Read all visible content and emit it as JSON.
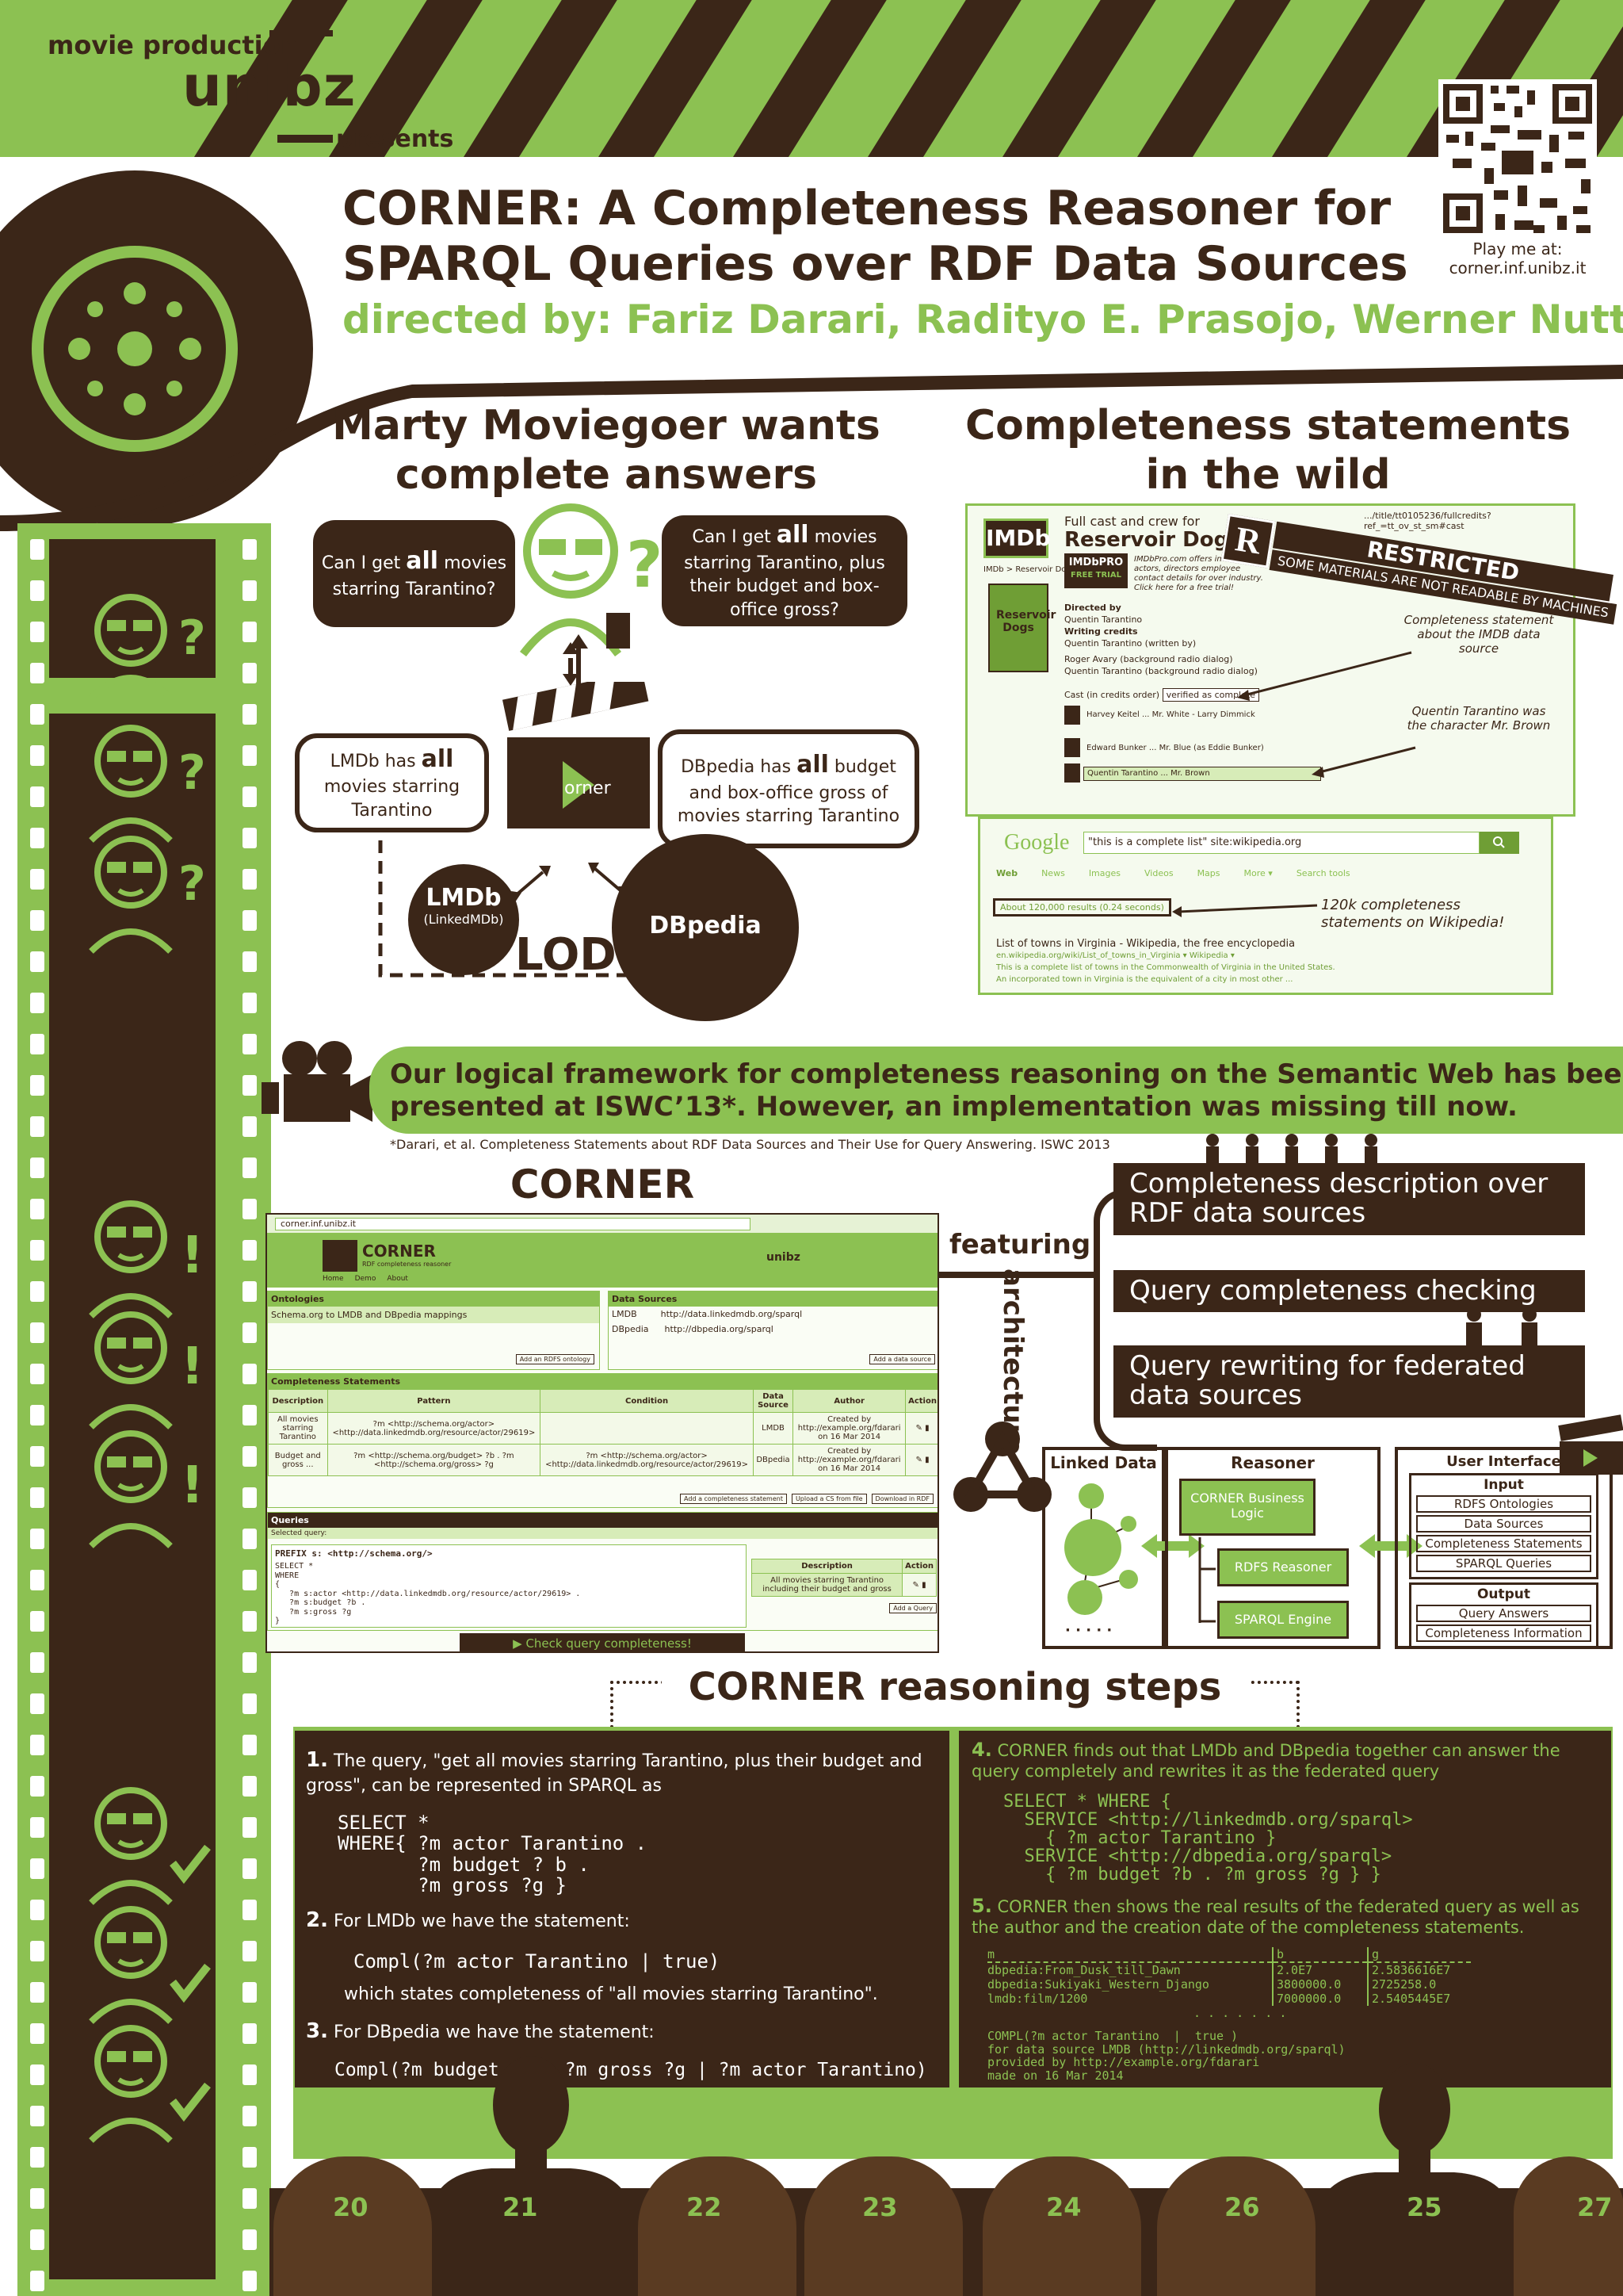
{
  "header": {
    "studio_line1": "movie production",
    "studio_logo": "unibz",
    "presents": "presents",
    "qr_caption_1": "Play me at:",
    "qr_caption_2": "corner.inf.unibz.it",
    "title_line1": "CORNER: A Completeness Reasoner for",
    "title_line2": "SPARQL Queries over RDF Data Sources",
    "directed_by": "directed by: Fariz Darari, Radityo E. Prasojo, Werner Nutt"
  },
  "marty": {
    "heading_line1": "Marty Moviegoer wants",
    "heading_line2": "complete answers",
    "q1_a": "Can I get ",
    "q1_all": "all",
    "q1_b": " movies starring Tarantino?",
    "q2_a": "Can I get ",
    "q2_all": "all",
    "q2_b": " movies starring Tarantino, plus their budget and box-office gross?",
    "lmdb_stmt_a": "LMDb has ",
    "lmdb_stmt_all": "all",
    "lmdb_stmt_b": " movies starring Tarantino",
    "dbpedia_stmt_a": "DBpedia has ",
    "dbpedia_stmt_all": "all",
    "dbpedia_stmt_b": " budget and box-office gross of movies starring Tarantino",
    "clapper_text": "orner",
    "lmdb_label": "LMDb",
    "lmdb_sub": "(LinkedMDb)",
    "dbpedia_label": "DBpedia",
    "lod_label": "LOD"
  },
  "wild": {
    "heading_line1": "Completeness statements",
    "heading_line2": "in the wild",
    "imdb_logo": "IMDb",
    "imdb_crumb": "Full cast and crew for",
    "imdb_movie": "Reservoir Dogs",
    "imdb_pro": "IMDbPRO",
    "imdb_pro_sub": "FREE TRIAL",
    "imdb_promo": "IMDbPro.com offers including actors, directors employee contact details for over industry. Click here for a free trial!",
    "imdb_breadcrumb": "IMDb > Reservoir Dogs",
    "directed_by_label": "Directed by",
    "director": "Quentin Tarantino",
    "writing_label": "Writing credits",
    "writer1": "Quentin Tarantino (written by)",
    "writer2": "Roger Avary (background radio dialog)",
    "writer3": "Quentin Tarantino (background radio dialog)",
    "cast_label": "Cast (in credits order)",
    "verified": "verified as complete",
    "cast1": "Harvey Keitel ... Mr. White - Larry Dimmick",
    "cast2": "Edward Bunker ... Mr. Blue (as Eddie Bunker)",
    "cast3": "Quentin Tarantino ... Mr. Brown",
    "url": ".../title/tt0105236/fullcredits?ref_=tt_ov_st_sm#cast",
    "restricted": "RESTRICTED",
    "restricted_r": "R",
    "restricted_sub": "SOME MATERIALS ARE NOT READABLE BY MACHINES",
    "note1": "Completeness statement about the IMDB data source",
    "note2": "Quentin Tarantino was the character Mr. Brown",
    "google_logo": "Google",
    "google_query": "\"this is a complete list\" site:wikipedia.org",
    "google_tabs": [
      "Web",
      "News",
      "Images",
      "Videos",
      "Maps",
      "More ▾",
      "Search tools"
    ],
    "google_results": "About 120,000 results (0.24 seconds)",
    "google_note": "120k completeness statements on Wikipedia!",
    "result_title": "List of towns in Virginia - Wikipedia, the free encyclopedia",
    "result_url": "en.wikipedia.org/wiki/List_of_towns_in_Virginia ▾ Wikipedia ▾",
    "result_snip1": "This is a complete list of towns in the Commonwealth of Virginia in the United States.",
    "result_snip2": "An incorporated town in Virginia is the equivalent of a city in most other ..."
  },
  "banner": {
    "line1": "Our logical framework for completeness reasoning on the Semantic Web has been",
    "line2": "presented at ISWC’13*. However, an implementation was missing till now.",
    "footnote": "*Darari, et al. Completeness Statements about RDF Data Sources and Their Use for Query Answering. ISWC 2013"
  },
  "corner_ui": {
    "heading": "CORNER",
    "url": "corner.inf.unibz.it",
    "app_name": "CORNER",
    "app_tagline": "RDF completeness reasoner",
    "nav": [
      "Home",
      "Demo",
      "About"
    ],
    "unibz_side": "unibz",
    "ontologies_title": "Ontologies",
    "ontology_item": "Schema.org to LMDB and DBpedia mappings",
    "add_ontology": "Add an RDFS ontology",
    "sources_title": "Data Sources",
    "source1_name": "LMDB",
    "source1_url": "http://data.linkedmdb.org/sparql",
    "source2_name": "DBpedia",
    "source2_url": "http://dbpedia.org/sparql",
    "add_source": "Add a data source",
    "cs_title": "Completeness Statements",
    "cs_headers": [
      "Description",
      "Pattern",
      "Condition",
      "Data Source",
      "Author",
      "Action"
    ],
    "cs_row1": [
      "All movies starring Tarantino",
      "?m <http://schema.org/actor> <http://data.linkedmdb.org/resource/actor/29619>",
      "",
      "LMDB",
      "Created by http://example.org/fdarari on 16 Mar 2014"
    ],
    "cs_row2": [
      "Budget and gross ...",
      "?m <http://schema.org/budget> ?b . ?m <http://schema.org/gross> ?g",
      "?m <http://schema.org/actor> <http://data.linkedmdb.org/resource/actor/29619>",
      "DBpedia",
      "Created by http://example.org/fdarari on 16 Mar 2014"
    ],
    "cs_buttons": [
      "Add a completeness statement",
      "Upload a CS from file",
      "Download in RDF"
    ],
    "queries_title": "Queries",
    "selected_query": "Selected query:",
    "query_prefix": "PREFIX s: <http://schema.org/>",
    "query_body": "SELECT *\nWHERE\n{\n   ?m s:actor <http://data.linkedmdb.org/resource/actor/29619> .\n   ?m s:budget ?b .\n   ?m s:gross ?g\n}",
    "q_headers": [
      "Description",
      "Action"
    ],
    "q_row": "All movies starring Tarantino including their budget and gross",
    "add_query": "Add a Query",
    "check_button": "Check query completeness!"
  },
  "features": {
    "featuring": "featuring",
    "architecture": "architecture",
    "f1": "Completeness description over RDF data sources",
    "f2": "Query completeness checking",
    "f3": "Query rewriting for federated data sources"
  },
  "arch": {
    "linked_data": "Linked Data",
    "reasoner": "Reasoner",
    "business_logic": "CORNER Business Logic",
    "rdfs_reasoner": "RDFS Reasoner",
    "sparql_engine": "SPARQL Engine",
    "ui": "User Interface",
    "input": "Input",
    "inputs": [
      "RDFS Ontologies",
      "Data Sources",
      "Completeness Statements",
      "SPARQL Queries"
    ],
    "output": "Output",
    "outputs": [
      "Query Answers",
      "Completeness Information"
    ],
    "dots": "· · · · ·"
  },
  "steps": {
    "heading": "CORNER reasoning steps",
    "s1_num": "1.",
    "s1_text": "The query, \"get all movies starring Tarantino, plus their budget and gross\", can be represented in SPARQL as",
    "s1_code": "SELECT *\nWHERE{ ?m actor Tarantino .\n       ?m budget ? b .\n       ?m gross ?g }",
    "s2_num": "2.",
    "s2_text": "For LMDb we have the statement:",
    "s2_code": "Compl(?m actor Tarantino | true)",
    "s2_after": "which states completeness of \"all movies starring Tarantino\".",
    "s3_num": "3.",
    "s3_text": "For DBpedia we have the statement:",
    "s3_code": "Compl(?m budget ?b . ?m gross ?g | ?m actor Tarantino)",
    "s4_num": "4.",
    "s4_text": "CORNER finds out that LMDb and DBpedia together can answer the query completely and rewrites it as the federated query",
    "s4_code": "SELECT * WHERE {\n  SERVICE <http://linkedmdb.org/sparql>\n    { ?m actor Tarantino }\n  SERVICE <http://dbpedia.org/sparql>\n    { ?m budget ?b . ?m gross ?g } }",
    "s5_num": "5.",
    "s5_text": "CORNER then shows the real results of the federated query as well as the author and the creation date of the completeness statements.",
    "result_headers": [
      "m",
      "b",
      "g"
    ],
    "result_rows": [
      [
        "dbpedia:From_Dusk_till_Dawn",
        "2.0E7",
        "2.5836616E7"
      ],
      [
        "dbpedia:Sukiyaki_Western_Django",
        "3800000.0",
        "2725258.0"
      ],
      [
        "lmdb:film/1200",
        "7000000.0",
        "2.5405445E7"
      ]
    ],
    "result_dots": ". . . . . . .",
    "compl_text": "COMPL(?m actor Tarantino  |  true )\nfor data source LMDB (http://linkedmdb.org/sparql)\nprovided by http://example.org/fdarari\nmade on 16 Mar 2014",
    "compl_dots": ". . . . . . ."
  },
  "seats": [
    "20",
    "21",
    "22",
    "23",
    "24",
    "26",
    "25",
    "27"
  ],
  "colors": {
    "green": "#8cc152",
    "dark_brown": "#3b2618",
    "seat_brown": "#5a3b22",
    "light_green": "#d7ecb8"
  }
}
